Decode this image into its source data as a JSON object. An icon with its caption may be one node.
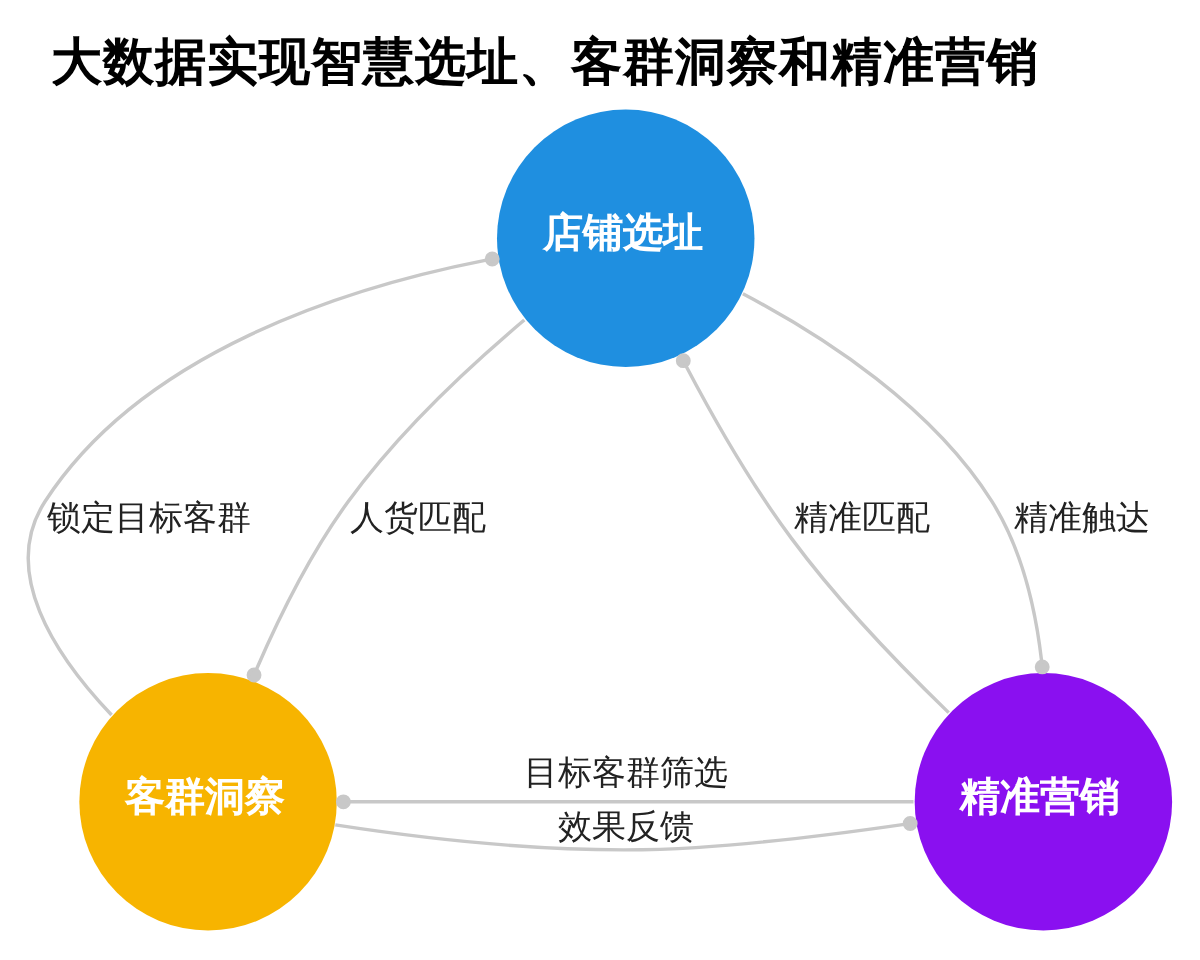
{
  "diagram": {
    "title": "大数据实现智慧选址、客群洞察和精准营销",
    "nodes": [
      {
        "text": [
          "店铺选址"
        ]
      },
      {
        "text": [
          "客群洞察"
        ]
      },
      {
        "text": [
          "精准营销"
        ]
      }
    ],
    "edges": [
      {
        "from": 1,
        "to": 0,
        "arrow": "other",
        "label": "人货匹配"
      },
      {
        "from": 0,
        "to": 1,
        "arrow": "other",
        "label": "锁定目标客群"
      },
      {
        "from": 0,
        "to": 2,
        "arrow": "other",
        "label": "精准匹配"
      },
      {
        "from": 2,
        "to": 0,
        "arrow": "other",
        "label": "精准触达"
      },
      {
        "from": 1,
        "to": 2,
        "arrow": "other",
        "label": "目标客群筛选"
      },
      {
        "from": 2,
        "to": 1,
        "arrow": "other",
        "label": "效果反馈"
      }
    ]
  }
}
